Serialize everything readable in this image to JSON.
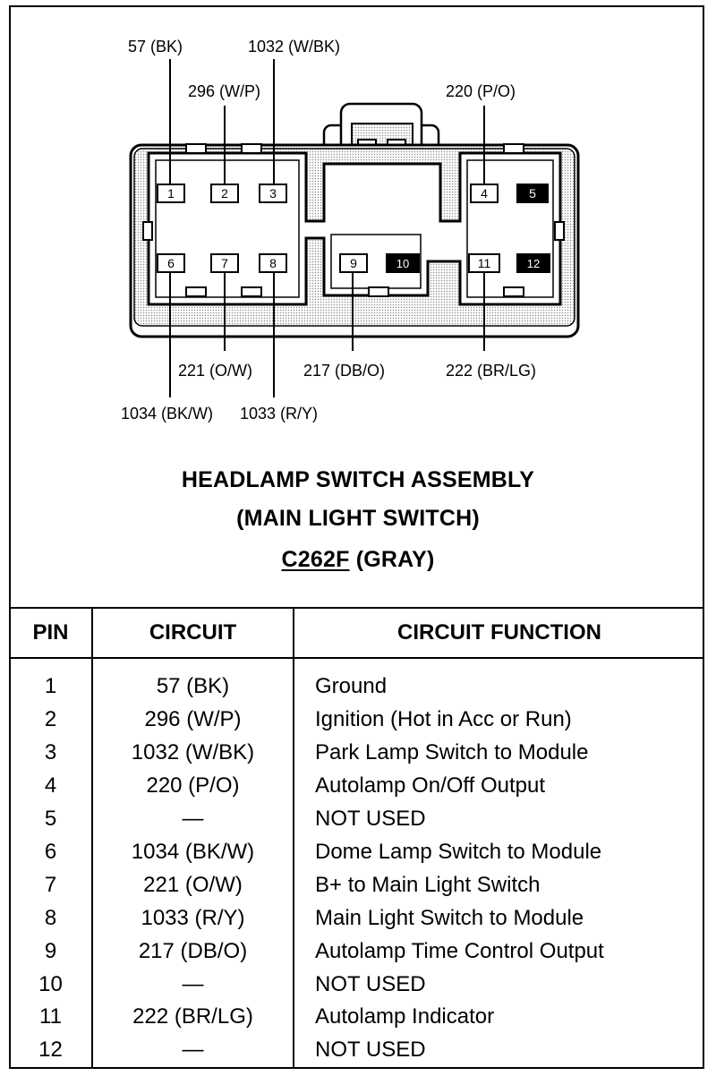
{
  "diagram": {
    "wire_labels": {
      "top_57": "57 (BK)",
      "top_1032": "1032 (W/BK)",
      "top_296": "296 (W/P)",
      "top_220": "220 (P/O)",
      "bot_221": "221 (O/W)",
      "bot_217": "217 (DB/O)",
      "bot_222": "222 (BR/LG)",
      "bot_1034": "1034 (BK/W)",
      "bot_1033": "1033 (R/Y)"
    },
    "pins": [
      "1",
      "2",
      "3",
      "4",
      "5",
      "6",
      "7",
      "8",
      "9",
      "10",
      "11",
      "12"
    ]
  },
  "caption": {
    "line1": "HEADLAMP SWITCH ASSEMBLY",
    "line2": "(MAIN LIGHT SWITCH)",
    "connector_id": "C262F",
    "connector_color": "(GRAY)"
  },
  "table": {
    "headers": [
      "PIN",
      "CIRCUIT",
      "CIRCUIT FUNCTION"
    ],
    "rows": [
      {
        "pin": "1",
        "circuit": "57 (BK)",
        "function": "Ground"
      },
      {
        "pin": "2",
        "circuit": "296 (W/P)",
        "function": "Ignition (Hot in Acc or Run)"
      },
      {
        "pin": "3",
        "circuit": "1032 (W/BK)",
        "function": "Park Lamp Switch to Module"
      },
      {
        "pin": "4",
        "circuit": "220 (P/O)",
        "function": "Autolamp On/Off Output"
      },
      {
        "pin": "5",
        "circuit": "—",
        "function": "NOT USED"
      },
      {
        "pin": "6",
        "circuit": "1034 (BK/W)",
        "function": "Dome Lamp Switch to Module"
      },
      {
        "pin": "7",
        "circuit": "221 (O/W)",
        "function": "B+ to Main Light Switch"
      },
      {
        "pin": "8",
        "circuit": "1033 (R/Y)",
        "function": "Main Light Switch to Module"
      },
      {
        "pin": "9",
        "circuit": "217 (DB/O)",
        "function": "Autolamp Time Control Output"
      },
      {
        "pin": "10",
        "circuit": "—",
        "function": "NOT USED"
      },
      {
        "pin": "11",
        "circuit": "222 (BR/LG)",
        "function": "Autolamp Indicator"
      },
      {
        "pin": "12",
        "circuit": "—",
        "function": "NOT USED"
      }
    ]
  },
  "colors": {
    "line": "#000000",
    "shade": "#dcdcdc",
    "background": "#ffffff"
  }
}
